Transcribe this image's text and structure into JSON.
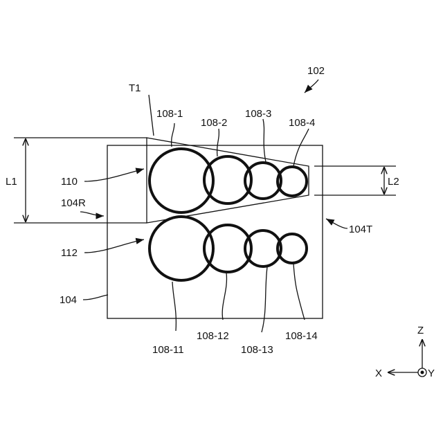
{
  "figure": {
    "ref_main": "102",
    "substrate": "104",
    "substrate_edge_r": "104R",
    "substrate_edge_t": "104T",
    "row_top": "110",
    "row_bottom": "112",
    "taper": "T1",
    "length_1": "L1",
    "length_2": "L2"
  },
  "rings_top": [
    "108-1",
    "108-2",
    "108-3",
    "108-4"
  ],
  "rings_bottom": [
    "108-11",
    "108-12",
    "108-13",
    "108-14"
  ],
  "axes": {
    "z": "Z",
    "x": "X",
    "y": "Y"
  }
}
